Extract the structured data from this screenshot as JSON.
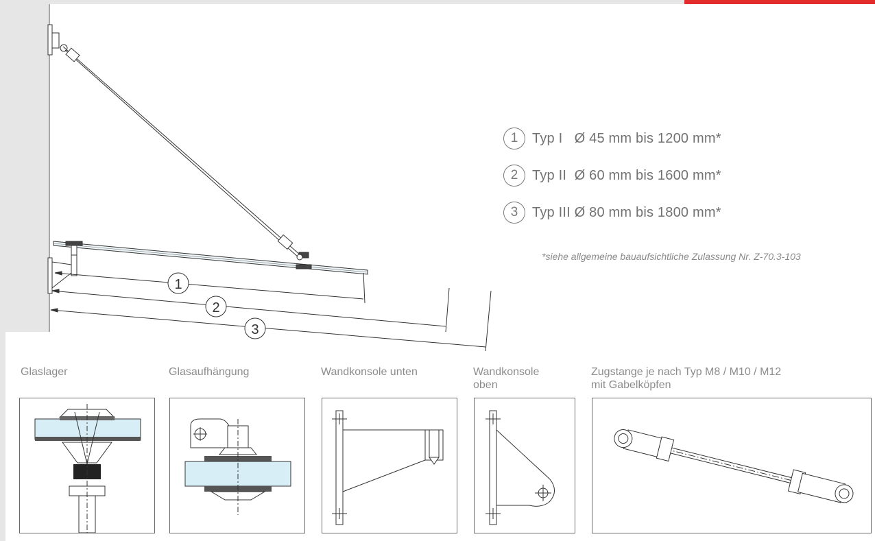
{
  "legend": [
    {
      "num": "1",
      "text": "Typ I   Ø 45 mm bis 1200 mm*"
    },
    {
      "num": "2",
      "text": "Typ II  Ø 60 mm bis 1600 mm*"
    },
    {
      "num": "3",
      "text": "Typ III Ø 80 mm bis 1800 mm*"
    }
  ],
  "footnote": "*siehe allgemeine bauaufsichtliche Zulassung Nr. Z-70.3-103",
  "dimension_markers": [
    "1",
    "2",
    "3"
  ],
  "details": [
    {
      "label": "Glaslager"
    },
    {
      "label": "Glasaufhängung"
    },
    {
      "label": "Wandkonsole unten"
    },
    {
      "label": "Wandkonsole oben"
    },
    {
      "label": "Zugstange je nach Typ M8 / M10 / M12 mit Gabelköpfen"
    }
  ],
  "colors": {
    "accent": "#e32d2d",
    "glass": "#d7eef6",
    "wall": "#e6e6e6",
    "line": "#333333"
  }
}
